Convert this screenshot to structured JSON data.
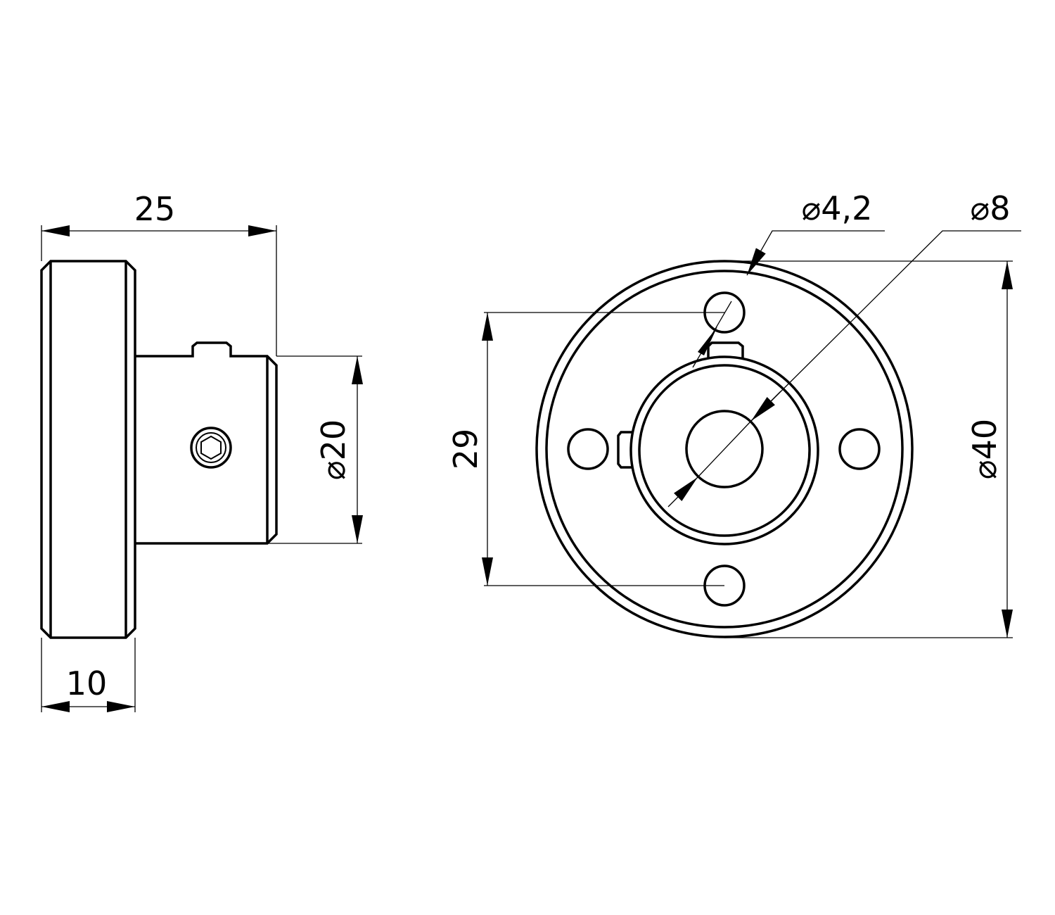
{
  "drawing": {
    "side_view": {
      "overall_length": "25",
      "flange_width": "10",
      "hub_diameter": "⌀20"
    },
    "front_view": {
      "hole_diameter": "⌀4,2",
      "bore_diameter": "⌀8",
      "bolt_circle": "29",
      "outer_diameter": "⌀40"
    }
  }
}
